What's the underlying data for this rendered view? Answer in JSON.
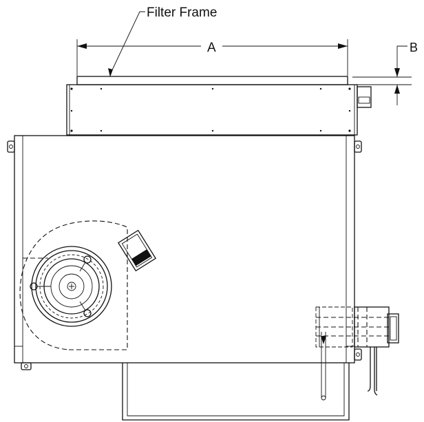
{
  "labels": {
    "filter_frame": "Filter Frame",
    "dimension_a": "A",
    "dimension_b": "B"
  },
  "colors": {
    "line": "#111111",
    "background": "#ffffff"
  }
}
